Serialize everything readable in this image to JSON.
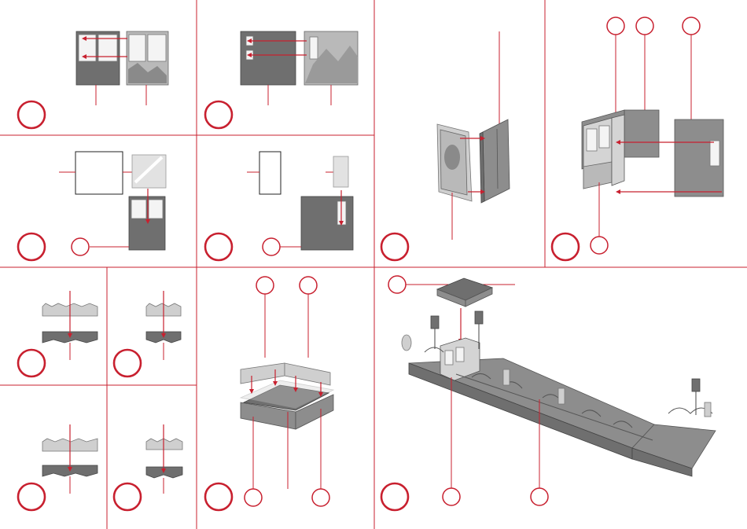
{
  "sheet": {
    "description_text": "",
    "colors": {
      "accent": "#c8202f",
      "part_grey": "#8d8d8d",
      "background": "#ffffff"
    },
    "steps": [
      {
        "id": "step-1",
        "callouts": []
      },
      {
        "id": "step-2",
        "callouts": []
      },
      {
        "id": "step-3",
        "callouts": []
      },
      {
        "id": "step-4",
        "callouts": []
      },
      {
        "id": "step-5",
        "callouts": []
      },
      {
        "id": "step-6",
        "callouts": []
      },
      {
        "id": "step-7",
        "callouts": []
      },
      {
        "id": "step-8",
        "callouts": []
      },
      {
        "id": "step-9",
        "callouts": []
      },
      {
        "id": "step-10",
        "callouts": []
      },
      {
        "id": "step-11",
        "callouts": []
      },
      {
        "id": "step-12",
        "callouts": []
      },
      {
        "id": "step-13",
        "callouts": []
      }
    ]
  }
}
